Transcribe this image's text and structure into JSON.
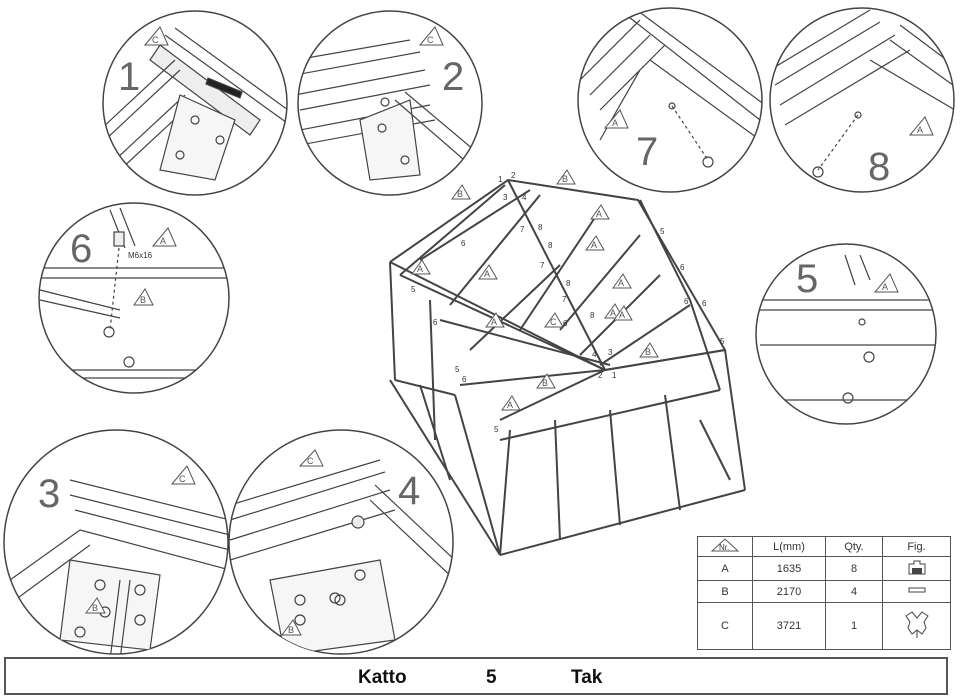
{
  "footer": {
    "left_title": "Katto",
    "page_number": "5",
    "right_title": "Tak"
  },
  "detail_views": [
    {
      "number": "1",
      "part_label": "C"
    },
    {
      "number": "2",
      "part_label": "C"
    },
    {
      "number": "3",
      "part_label": "C"
    },
    {
      "number": "4",
      "part_label": "C"
    },
    {
      "number": "5",
      "part_label": "A"
    },
    {
      "number": "6",
      "part_label": "A",
      "bolt_label": "M6x16",
      "part_label_2": "B"
    },
    {
      "number": "7",
      "part_label": "A"
    },
    {
      "number": "8",
      "part_label": "A"
    }
  ],
  "detail_extra_labels": {
    "detail3_b": "B",
    "detail4_b": "B"
  },
  "main_drawing": {
    "triangle_labels": [
      "B",
      "B",
      "A",
      "A",
      "A",
      "A",
      "A",
      "A",
      "A",
      "C",
      "A",
      "B",
      "B",
      "A"
    ],
    "number_labels": [
      "1",
      "2",
      "3",
      "4",
      "7",
      "8",
      "8",
      "7",
      "8",
      "6",
      "7",
      "8",
      "5",
      "6",
      "6",
      "5",
      "5",
      "6",
      "6",
      "4",
      "3",
      "2",
      "1",
      "5",
      "5",
      "6",
      "6"
    ]
  },
  "parts_table": {
    "headers": {
      "nr": "Nr.",
      "length": "L(mm)",
      "qty": "Qty.",
      "fig": "Fig."
    },
    "rows": [
      {
        "nr": "A",
        "length": "1635",
        "qty": "8"
      },
      {
        "nr": "B",
        "length": "2170",
        "qty": "4"
      },
      {
        "nr": "C",
        "length": "3721",
        "qty": "1"
      }
    ]
  }
}
